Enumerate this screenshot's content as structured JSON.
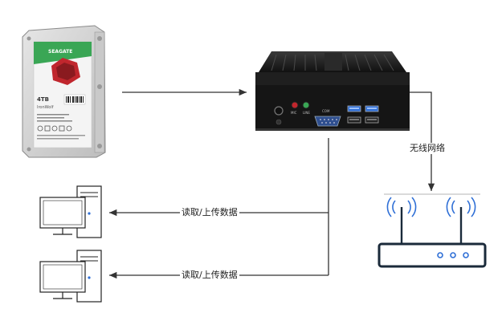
{
  "edges": {
    "wireless_label": "无线网络",
    "client1_label": "读取/上传数据",
    "client2_label": "读取/上传数据"
  },
  "hdd": {
    "brand": "SEAGATE",
    "model": "IronWolf",
    "capacity": "4TB"
  },
  "mini_pc": {
    "ports": {
      "mic": "MIC",
      "line_out": "LINE",
      "com": "COM"
    }
  },
  "colors": {
    "line": "#333333",
    "router_body": "#1a2a3a",
    "router_accent": "#2f6fd6",
    "monitor_stroke": "#222222",
    "hdd_red": "#c0262d",
    "hdd_green": "#3aa655"
  },
  "icons": [
    "hard-drive-icon",
    "mini-pc-icon",
    "wifi-router-icon",
    "desktop-computer-icon"
  ]
}
